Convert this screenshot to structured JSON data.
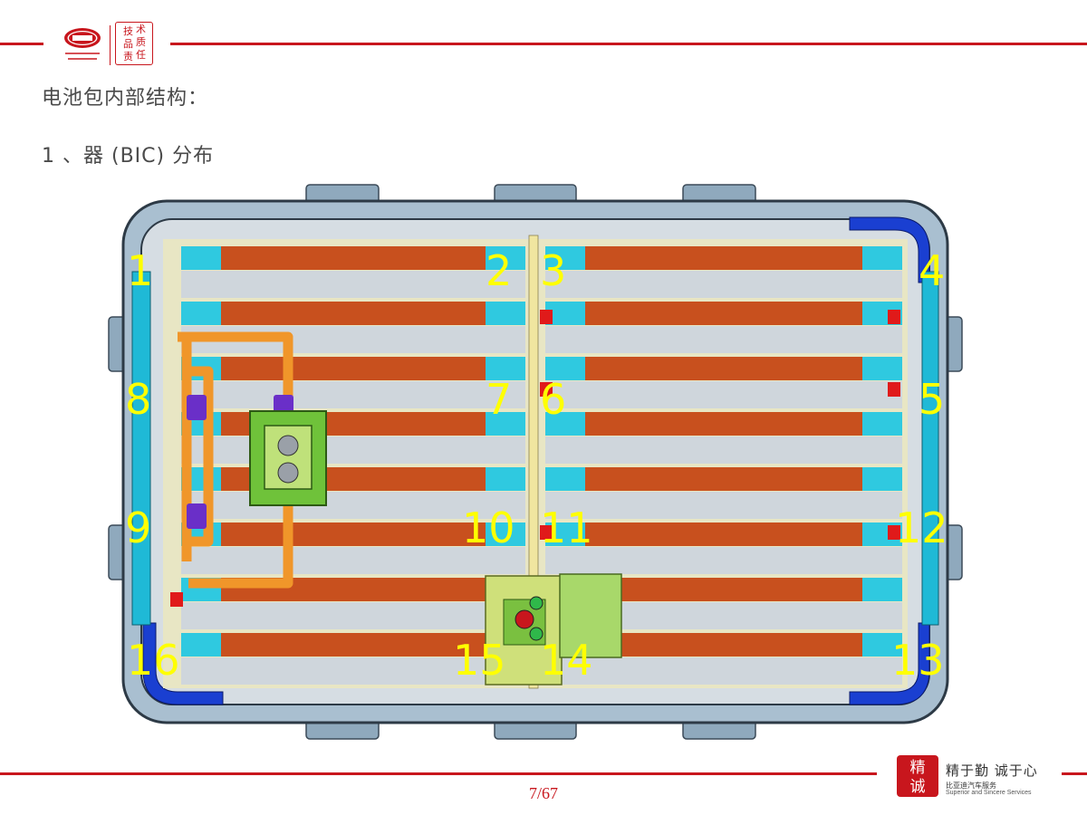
{
  "header": {
    "seal_chars": [
      "技",
      "术",
      "品",
      "质",
      "责",
      "任"
    ],
    "title": "电池包内部结构：",
    "subtitle": "1 、器 (BIC) 分布"
  },
  "diagram": {
    "labels": [
      "1",
      "2",
      "3",
      "4",
      "5",
      "6",
      "7",
      "8",
      "9",
      "10",
      "11",
      "12",
      "13",
      "14",
      "15",
      "16"
    ],
    "colors": {
      "label": "#ffff00",
      "frame": "#7f9aad",
      "cell": "#c8501e",
      "module_end": "#2fc9e0",
      "harness": "#f0962a",
      "channel": "#1a3fd1"
    }
  },
  "footer": {
    "page": "7/67",
    "slogan": "精于勤 诚于心",
    "slogan_sub1": "比亚迪汽车服务",
    "slogan_sub2": "Superior and Sincere Services"
  }
}
